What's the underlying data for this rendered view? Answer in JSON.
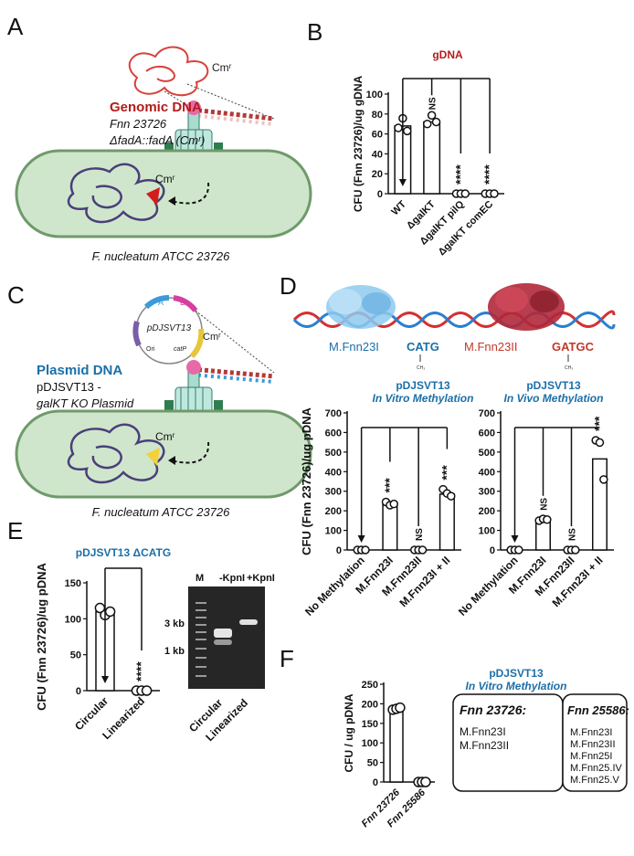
{
  "panels": {
    "A": {
      "letter": "A",
      "title": "Genomic DNA",
      "line1": "Fnn 23726",
      "line2": "ΔfadA::fadA (Cmʳ)",
      "cm_top": "Cmʳ",
      "cm_cell": "Cmʳ",
      "cell_label": "F. nucleatum ATCC 23726"
    },
    "B": {
      "letter": "B"
    },
    "C": {
      "letter": "C",
      "title": "Plasmid DNA",
      "line1": "pDJSVT13 -",
      "line2": "galKT KO Plasmid",
      "plasmid_name": "pDJSVT13",
      "plasmid_a": "A",
      "plasmid_b": "B",
      "plasmid_ori": "Ori",
      "plasmid_catp": "catP",
      "cm_plasmid": "Cmʳ",
      "cm_cell": "Cmʳ",
      "cell_label": "F. nucleatum ATCC 23726"
    },
    "D": {
      "letter": "D",
      "enzyme1": "M.Fnn23I",
      "site1": "CATG",
      "enzyme2": "M.Fnn23II",
      "site2": "GATGC",
      "ch3": "CH₃"
    },
    "E": {
      "letter": "E",
      "gel_marker": "M",
      "gel_minus": "-KpnI",
      "gel_plus": "+KpnI",
      "gel_3kb": "3 kb",
      "gel_1kb": "1 kb",
      "gel_xlabels": [
        "Circular",
        "Linearized"
      ]
    },
    "F": {
      "letter": "F",
      "header_line1": "pDJSVT13",
      "header_line2": "In Vitro Methylation",
      "box1_title": "Fnn 23726:",
      "box1_items": [
        "M.Fnn23I",
        "M.Fnn23II"
      ],
      "box2_title": "Fnn 25586:",
      "box2_items": [
        "M.Fnn23I",
        "M.Fnn23II",
        "M.Fnn25I",
        "M.Fnn25.IV",
        "M.Fnn25.V"
      ]
    }
  },
  "colors": {
    "genomic_red": "#b31b1b",
    "plasmid_blue": "#1b6fa8",
    "cell_fill": "#cfe6cc",
    "cell_stroke": "#6f9a6b",
    "chromosome": "#4a3f7a",
    "bar_stroke": "#111111",
    "enzyme1_blue": "#3b9ad9",
    "enzyme2_red": "#b0283a"
  },
  "chart_data": [
    {
      "id": "B",
      "type": "bar",
      "title": "gDNA",
      "ylabel": "CFU (Fnn 23726)/ug gDNA",
      "ylim": [
        0,
        100
      ],
      "yticks": [
        0,
        20,
        40,
        60,
        80,
        100
      ],
      "categories": [
        "WT",
        "ΔgalKT",
        "ΔgalKT pilQ",
        "ΔgalKT comEC"
      ],
      "values": [
        68,
        72,
        0,
        0
      ],
      "points": [
        [
          66,
          72,
          63
        ],
        [
          70,
          75,
          72
        ],
        [
          0,
          0,
          0
        ],
        [
          0,
          0,
          0
        ]
      ],
      "annotations": [
        "",
        "NS",
        "****",
        "****"
      ]
    },
    {
      "id": "D1",
      "type": "bar",
      "title": "pDJSVT13",
      "subtitle": "In Vitro Methylation",
      "ylabel": "CFU (Fnn 23726)/ug pDNA",
      "ylim": [
        0,
        700
      ],
      "yticks": [
        0,
        100,
        200,
        300,
        400,
        500,
        600,
        700
      ],
      "categories": [
        "No Methylation",
        "M.Fnn23I",
        "M.Fnn23II",
        "M.Fnn23I + II"
      ],
      "values": [
        0,
        230,
        0,
        285
      ],
      "points": [
        [
          0,
          0,
          0
        ],
        [
          245,
          210,
          235
        ],
        [
          0,
          0,
          0
        ],
        [
          310,
          270,
          275
        ]
      ],
      "annotations": [
        "",
        "***",
        "NS",
        "***"
      ]
    },
    {
      "id": "D2",
      "type": "bar",
      "title": "pDJSVT13",
      "subtitle": "In Vivo Methylation",
      "ylabel": "",
      "ylim": [
        0,
        700
      ],
      "yticks": [
        0,
        100,
        200,
        300,
        400,
        500,
        600,
        700
      ],
      "categories": [
        "No Methylation",
        "M.Fnn23I",
        "M.Fnn23II",
        "M.Fnn23I + II"
      ],
      "values": [
        0,
        145,
        0,
        465
      ],
      "points": [
        [
          0,
          0,
          0
        ],
        [
          150,
          140,
          155
        ],
        [
          0,
          0,
          0
        ],
        [
          560,
          530,
          360
        ]
      ],
      "annotations": [
        "",
        "NS",
        "NS",
        "***"
      ]
    },
    {
      "id": "E",
      "type": "bar",
      "title": "pDJSVT13 ΔCATG",
      "ylabel": "CFU (Fnn 23726)/ug pDNA",
      "ylim": [
        0,
        150
      ],
      "yticks": [
        0,
        50,
        100,
        150
      ],
      "categories": [
        "Circular",
        "Linearized"
      ],
      "values": [
        110,
        0
      ],
      "points": [
        [
          115,
          100,
          110
        ],
        [
          0,
          0,
          0
        ]
      ],
      "annotations": [
        "",
        "****"
      ]
    },
    {
      "id": "F",
      "type": "bar",
      "title": "",
      "ylabel": "CFU / ug pDNA",
      "ylim": [
        0,
        250
      ],
      "yticks": [
        0,
        50,
        100,
        150,
        200,
        250
      ],
      "categories": [
        "Fnn 23726",
        "Fnn 25586"
      ],
      "values": [
        180,
        0
      ],
      "points": [
        [
          185,
          178,
          190
        ],
        [
          0,
          0,
          0
        ]
      ],
      "annotations": [
        "",
        ""
      ]
    }
  ]
}
